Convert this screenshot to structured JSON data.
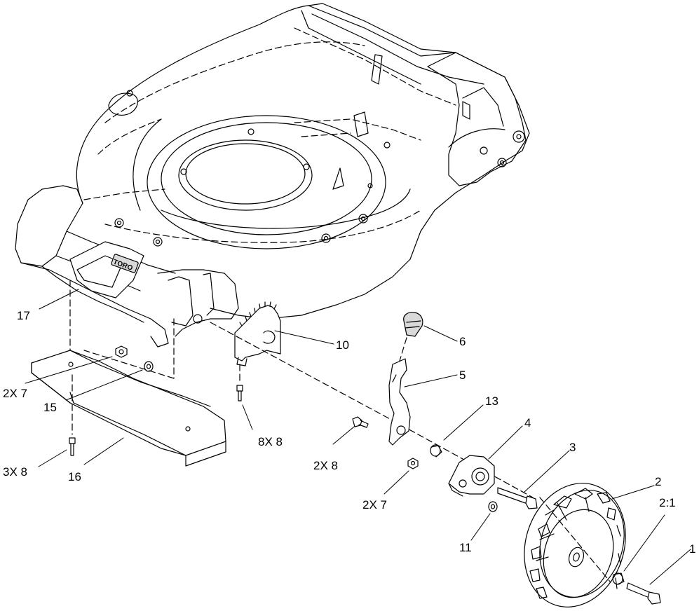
{
  "callouts": [
    {
      "id": "c17",
      "text": "17"
    },
    {
      "id": "c10",
      "text": "10"
    },
    {
      "id": "c6",
      "text": "6"
    },
    {
      "id": "c5",
      "text": "5"
    },
    {
      "id": "c13",
      "text": "13"
    },
    {
      "id": "c4",
      "text": "4"
    },
    {
      "id": "c3",
      "text": "3"
    },
    {
      "id": "c2",
      "text": "2"
    },
    {
      "id": "c2_1",
      "text": "2:1"
    },
    {
      "id": "c1",
      "text": "1"
    },
    {
      "id": "c11",
      "text": "11"
    },
    {
      "id": "c2x7a",
      "text": "2X 7"
    },
    {
      "id": "c15",
      "text": "15"
    },
    {
      "id": "c3x8",
      "text": "3X 8"
    },
    {
      "id": "c16",
      "text": "16"
    },
    {
      "id": "c8x8",
      "text": "8X 8"
    },
    {
      "id": "c2x8",
      "text": "2X 8"
    },
    {
      "id": "c2x7b",
      "text": "2X 7"
    }
  ],
  "decal_text": "TORO",
  "colors": {
    "line": "#000000",
    "fill": "#ffffff",
    "shade": "#d9d9d9"
  }
}
